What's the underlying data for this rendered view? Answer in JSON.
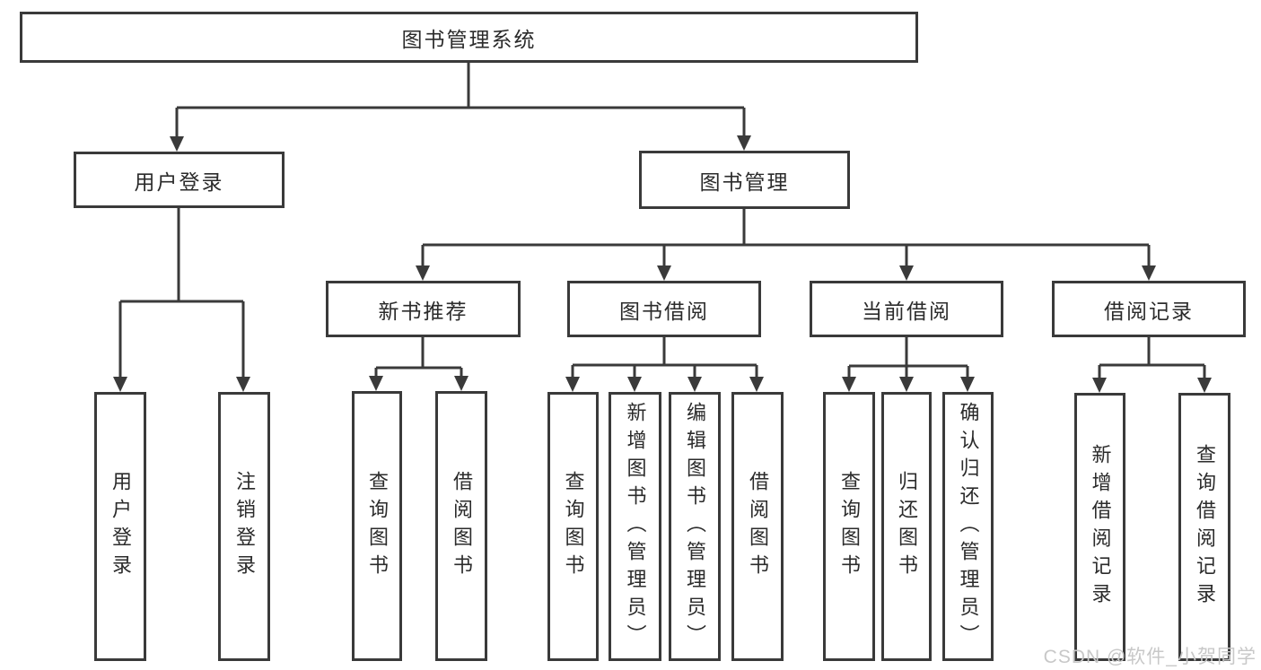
{
  "diagram_title": "图书管理系统",
  "watermark": "CSDN @软件_小贺同学",
  "colors": {
    "line": "#3a3a3a",
    "box_border": "#3a3a3a",
    "text": "#2b2b2b",
    "watermark_text": "#c8c8c8",
    "background": "#ffffff"
  },
  "nodes": {
    "root": "图书管理系统",
    "user_login": "用户登录",
    "book_mgmt": "图书管理",
    "new_book": "新书推荐",
    "book_borrow": "图书借阅",
    "current_borrow": "当前借阅",
    "borrow_record": "借阅记录",
    "ul_login": "用户登录",
    "ul_logout": "注销登录",
    "nb_query": "查询图书",
    "nb_borrow": "借阅图书",
    "bb_query": "查询图书",
    "bb_add": "新增图书（管理员）",
    "bb_edit": "编辑图书（管理员）",
    "bb_borrow": "借阅图书",
    "cb_query": "查询图书",
    "cb_return": "归还图书",
    "cb_confirm": "确认归还（管理员）",
    "br_add": "新增借阅记录",
    "br_query": "查询借阅记录"
  },
  "hierarchy": {
    "图书管理系统": {
      "用户登录": [
        "用户登录",
        "注销登录"
      ],
      "图书管理": {
        "新书推荐": [
          "查询图书",
          "借阅图书"
        ],
        "图书借阅": [
          "查询图书",
          "新增图书（管理员）",
          "编辑图书（管理员）",
          "借阅图书"
        ],
        "当前借阅": [
          "查询图书",
          "归还图书",
          "确认归还（管理员）"
        ],
        "借阅记录": [
          "新增借阅记录",
          "查询借阅记录"
        ]
      }
    }
  }
}
